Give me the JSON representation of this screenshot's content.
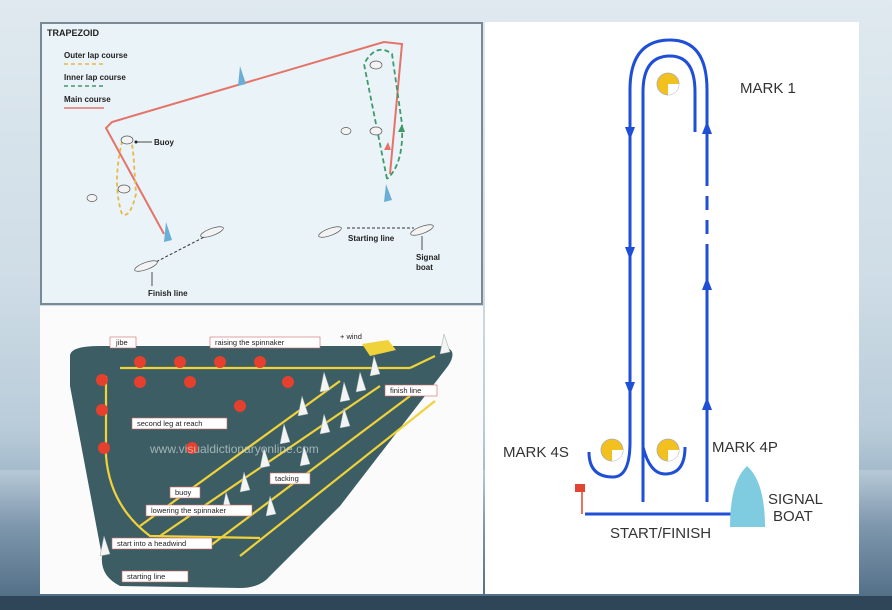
{
  "top_left": {
    "title": "TRAPEZOID",
    "legend": [
      {
        "label": "Outer lap course",
        "color": "#e8b84a"
      },
      {
        "label": "Inner lap course",
        "color": "#3f9a6a"
      },
      {
        "label": "Main course",
        "color": "#e4746a"
      }
    ],
    "labels": {
      "buoy": "Buoy",
      "starting_line": "Starting line",
      "signal_boat_1": "Signal",
      "signal_boat_2": "boat",
      "finish_line": "Finish line"
    }
  },
  "bottom_left": {
    "labels": {
      "jibe": "jibe",
      "raising": "raising the spinnaker",
      "wind": "+ wind",
      "finish": "finish line",
      "second_leg": "second leg at reach",
      "watermark": "www.visualdictionaryonline.com",
      "tacking": "tacking",
      "buoy": "buoy",
      "lowering": "lowering the spinnaker",
      "start_headwind": "start into a headwind",
      "starting_line": "starting line"
    }
  },
  "right": {
    "labels": {
      "mark1": "MARK 1",
      "mark4s": "MARK 4S",
      "mark4p": "MARK 4P",
      "signal1": "SIGNAL",
      "signal2": "BOAT",
      "start_finish": "START/FINISH"
    },
    "course_color": "#1f4fd6",
    "mark_color": "#f2c11f",
    "boat_color": "#7fcbe0",
    "flag_color": "#e0452f"
  }
}
